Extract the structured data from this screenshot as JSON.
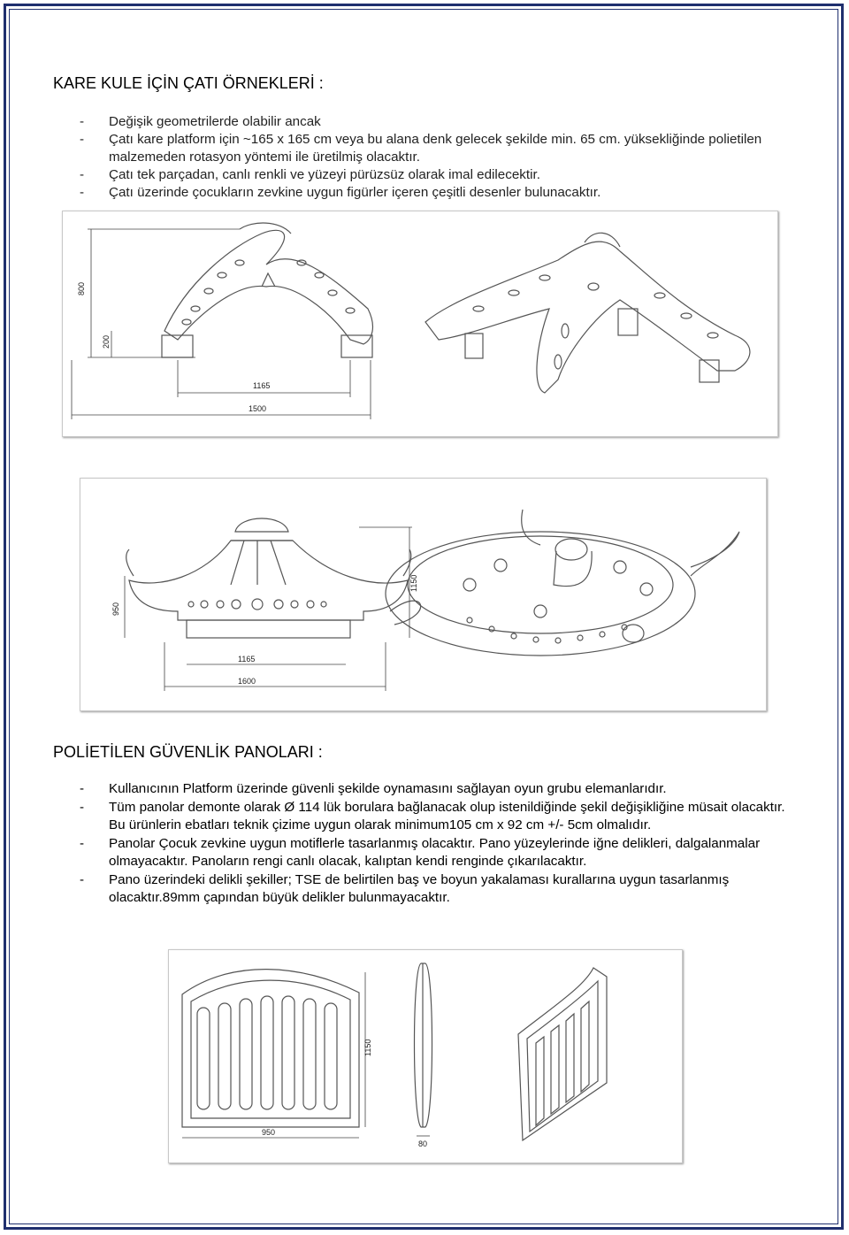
{
  "roof_section": {
    "heading": "KARE KULE İÇİN ÇATI ÖRNEKLERİ :",
    "items": [
      "Değişik geometrilerde olabilir ancak",
      "Çatı kare platform için  ~165 x 165 cm veya bu alana denk gelecek şekilde min. 65 cm. yüksekliğinde polietilen malzemeden rotasyon yöntemi ile üretilmiş olacaktır.",
      "Çatı tek parçadan, canlı renkli ve yüzeyi pürüzsüz olarak imal edilecektir.",
      "Çatı üzerinde çocukların zevkine uygun figürler içeren çeşitli desenler bulunacaktır."
    ]
  },
  "figure1": {
    "dims": [
      "800",
      "200",
      "1165",
      "1500"
    ]
  },
  "figure2": {
    "dims": [
      "950",
      "1150",
      "1165",
      "1600"
    ]
  },
  "panel_section": {
    "heading": "POLİETİLEN GÜVENLİK PANOLARI :",
    "items": [
      "Kullanıcının Platform üzerinde güvenli şekilde oynamasını sağlayan oyun grubu elemanlarıdır.",
      "Tüm panolar demonte olarak Ø 114 lük borulara bağlanacak olup istenildiğinde şekil değişikliğine müsait olacaktır. Bu ürünlerin ebatları teknik çizime uygun olarak minimum105 cm x 92 cm +/- 5cm olmalıdır.",
      "Panolar Çocuk zevkine uygun motiflerle tasarlanmış olacaktır. Pano yüzeylerinde iğne delikleri, dalgalanmalar olmayacaktır. Panoların rengi canlı olacak, kalıptan kendi renginde çıkarılacaktır.",
      "Pano üzerindeki delikli şekiller; TSE de belirtilen baş ve boyun yakalaması kurallarına uygun tasarlanmış olacaktır.89mm çapından büyük delikler bulunmayacaktır."
    ]
  },
  "figure3": {
    "dims": [
      "950",
      "1150",
      "80"
    ]
  },
  "dash": "-"
}
